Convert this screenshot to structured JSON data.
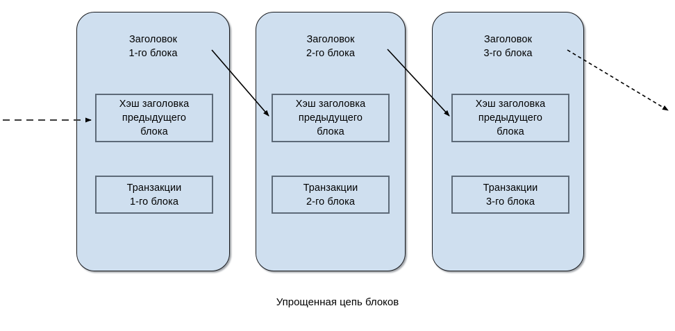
{
  "diagram": {
    "caption": "Упрощенная цепь блоков",
    "colors": {
      "block_fill": "#cfdfef",
      "block_border": "#16181c",
      "inner_border": "#5d6a78",
      "text": "#000000",
      "arrow": "#000000",
      "background": "#ffffff"
    },
    "blocks": [
      {
        "id": "block-1",
        "title": "Заголовок\n1-го блока",
        "hash_box": "Хэш заголовка\nпредыдущего\nблока",
        "tx_box": "Транзакции\n1-го блока"
      },
      {
        "id": "block-2",
        "title": "Заголовок\n2-го блока",
        "hash_box": "Хэш заголовка\nпредыдущего\nблока",
        "tx_box": "Транзакции\n2-го блока"
      },
      {
        "id": "block-3",
        "title": "Заголовок\n3-го блока",
        "hash_box": "Хэш заголовка\nпредыдущего\nблока",
        "tx_box": "Транзакции\n3-го блока"
      }
    ],
    "arrows": [
      {
        "id": "incoming-dashed-arrow",
        "style": "dashed",
        "from": "left-edge",
        "to": "block-1-hash-box"
      },
      {
        "id": "block1-to-block2-arrow",
        "style": "solid",
        "from": "block-1-header",
        "to": "block-2-hash-box"
      },
      {
        "id": "block2-to-block3-arrow",
        "style": "solid",
        "from": "block-2-header",
        "to": "block-3-hash-box"
      },
      {
        "id": "outgoing-dashed-arrow",
        "style": "dashed",
        "from": "block-3-header",
        "to": "right-edge"
      }
    ]
  }
}
